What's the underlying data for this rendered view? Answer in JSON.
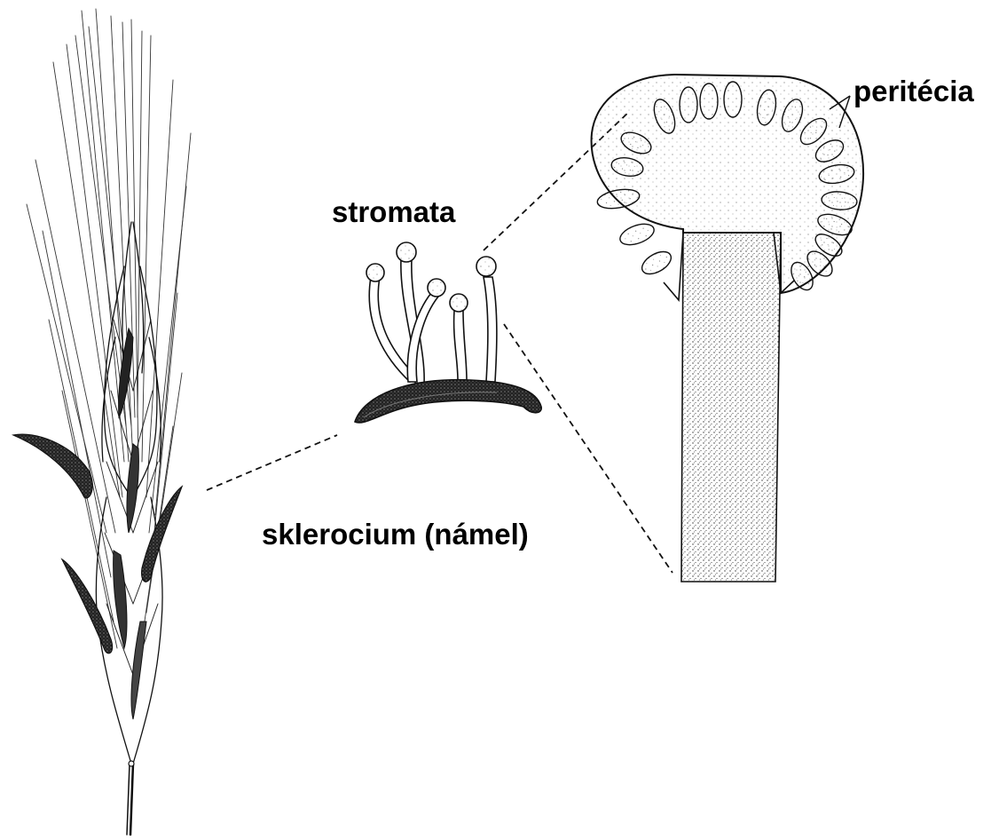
{
  "labels": {
    "stromata": "stromata",
    "peritecia": "peritécia",
    "sklerocium": "sklerocium (námel)"
  },
  "figure_parts": [
    "rye-ear-icon",
    "ergot-sclerotium-icon",
    "stroma-cross-section-icon"
  ],
  "colors": {
    "ink": "#111111",
    "stipple": "#555555",
    "background": "#ffffff"
  }
}
